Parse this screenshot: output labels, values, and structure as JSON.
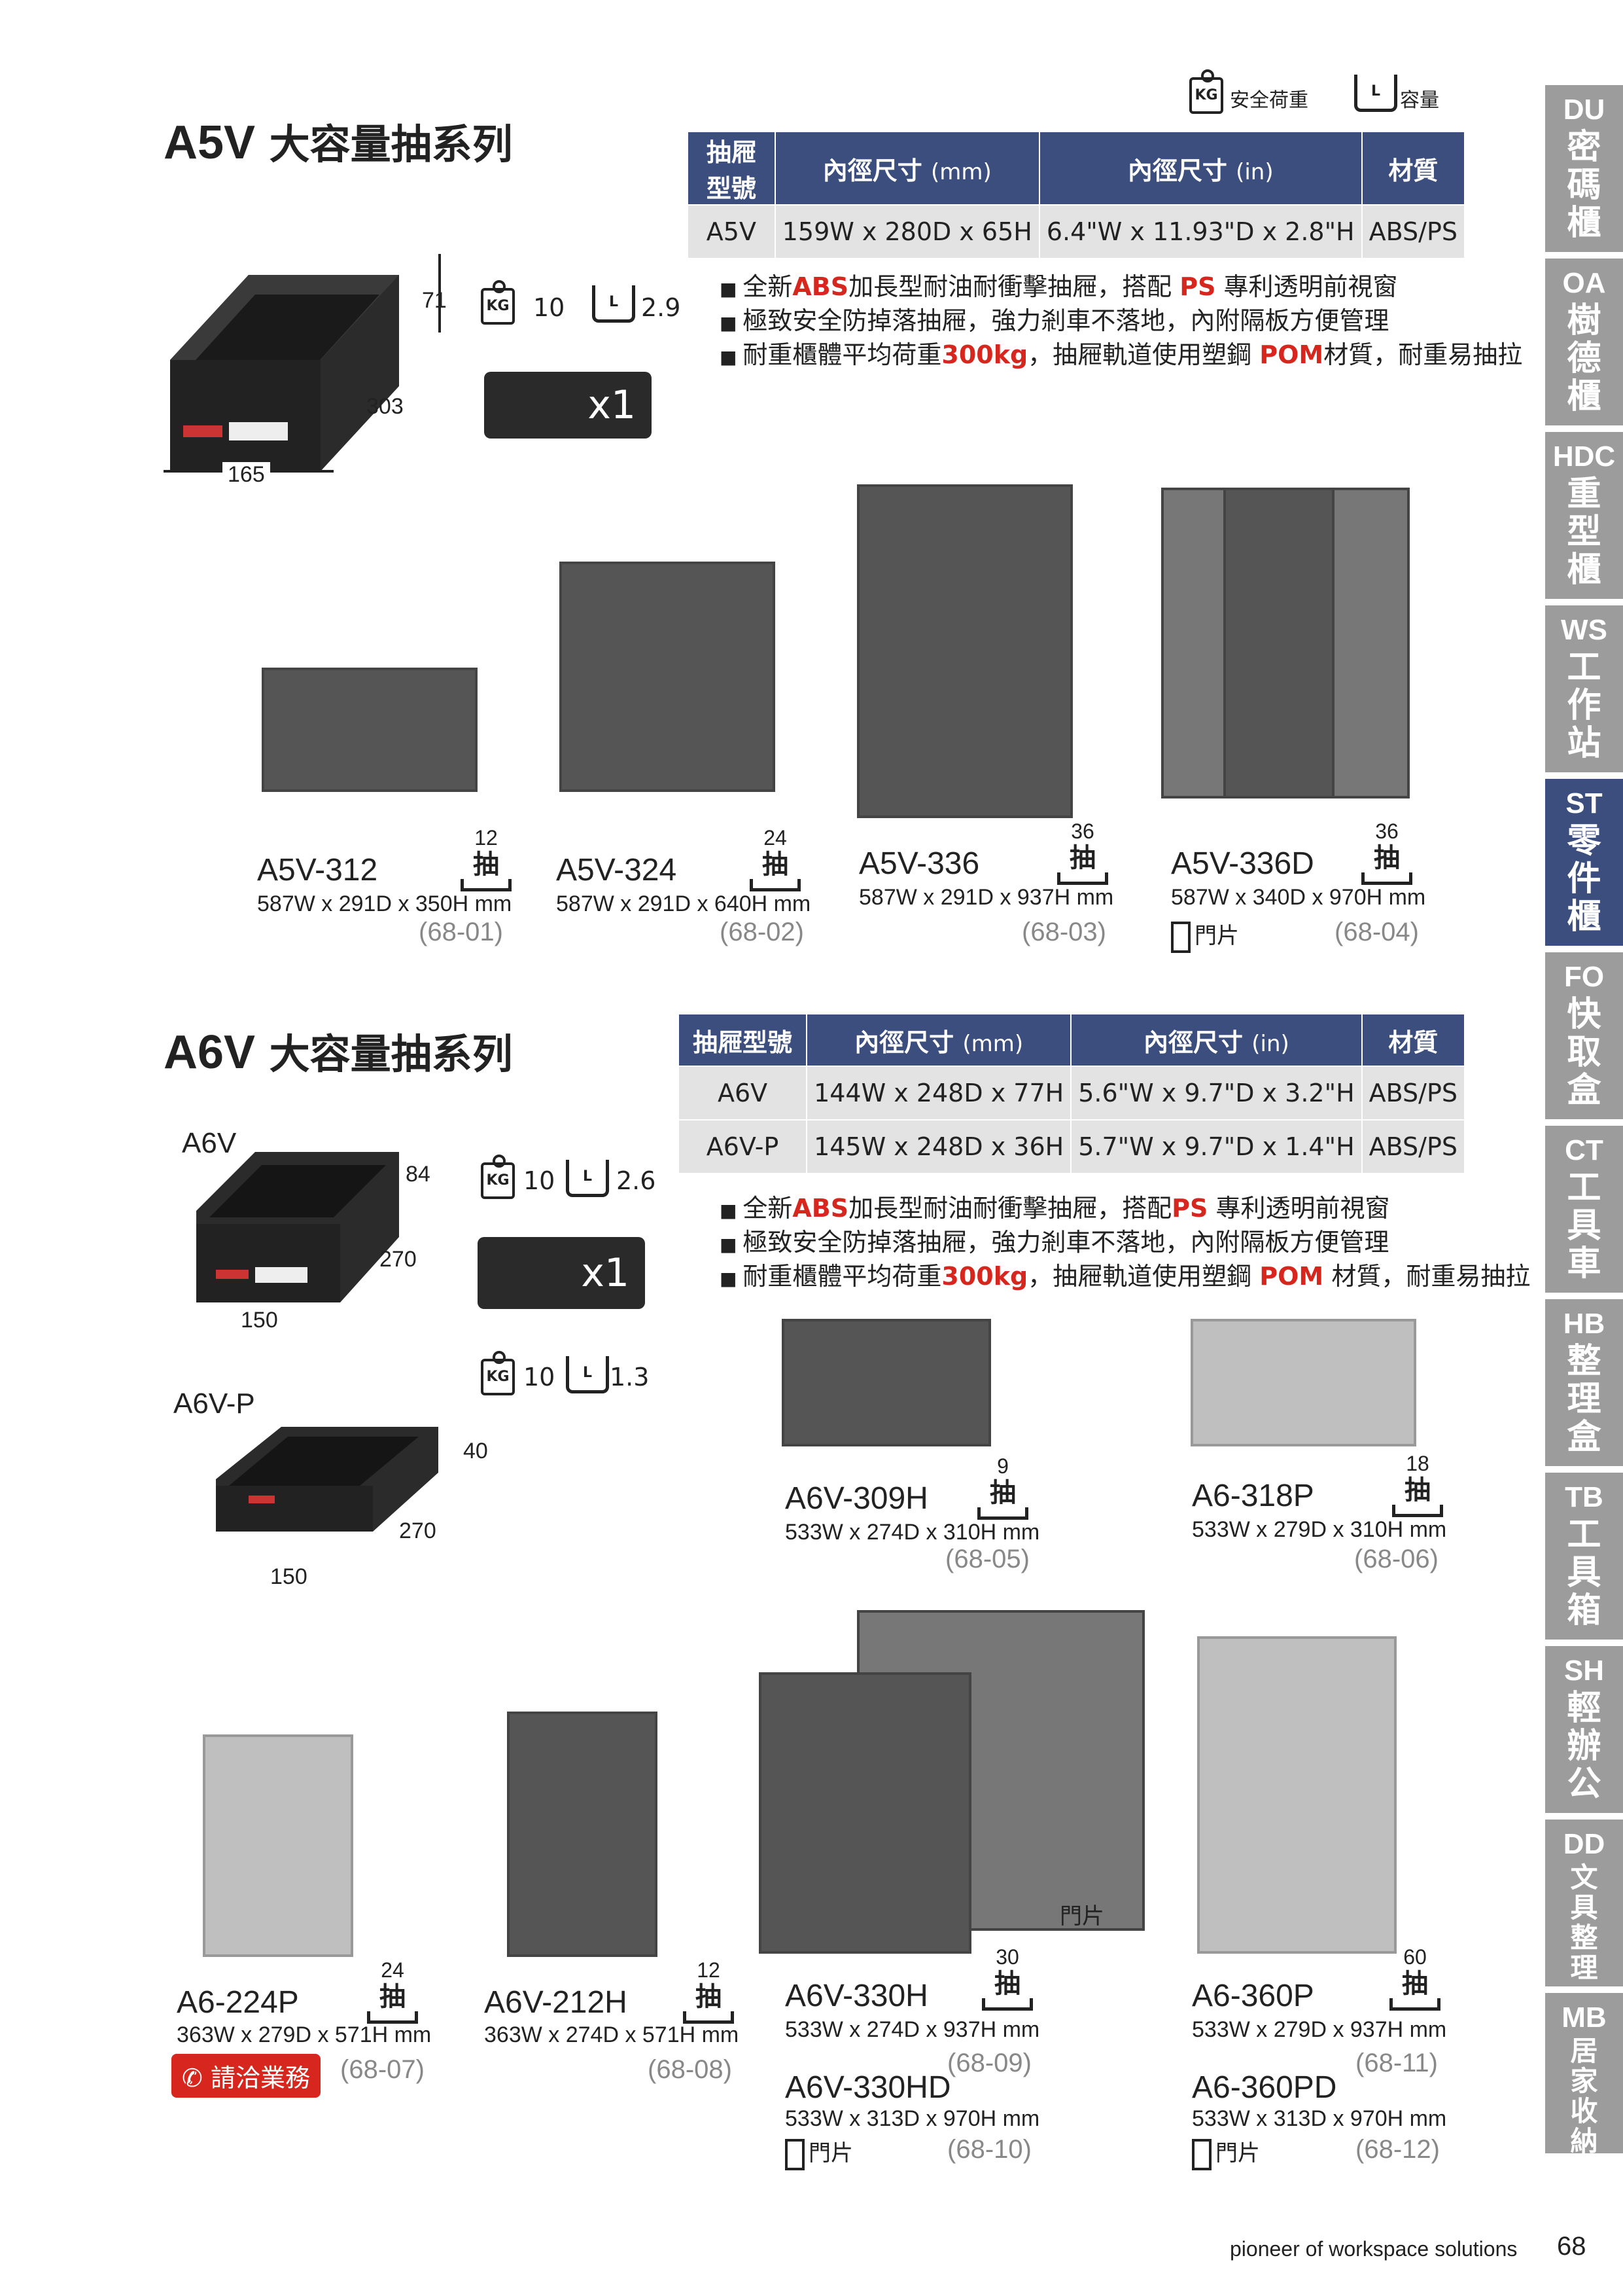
{
  "legend": {
    "load": "安全荷重",
    "volume": "容量"
  },
  "a5v": {
    "title_code": "A5V",
    "title_text": "大容量抽系列",
    "table_headers": [
      "抽屜型號",
      "內徑尺寸",
      "(mm)",
      "內徑尺寸",
      "(in)",
      "材質"
    ],
    "rows": [
      [
        "A5V",
        "159W x 280D x 65H",
        "6.4\"W x 11.93\"D x 2.8\"H",
        "ABS/PS"
      ]
    ],
    "load": "10",
    "volume": "2.9",
    "qty": "x1",
    "dims": {
      "h": "71",
      "d": "303",
      "w": "165"
    },
    "bullets": [
      [
        "全新",
        "ABS",
        "加長型耐油耐衝擊抽屜，搭配 ",
        "PS",
        " 專利透明前視窗"
      ],
      [
        "極致安全防掉落抽屜，強力剎車不落地，內附隔板方便管理"
      ],
      [
        "耐重櫃體平均荷重",
        "300kg",
        "，抽屜軌道使用塑鋼 ",
        "POM",
        "材質，耐重易抽拉"
      ]
    ],
    "products": [
      {
        "model": "A5V-312",
        "dim": "587W x 291D x 350H mm",
        "ref": "(68-01)",
        "count": "12",
        "unit": "抽"
      },
      {
        "model": "A5V-324",
        "dim": "587W x 291D x 640H mm",
        "ref": "(68-02)",
        "count": "24",
        "unit": "抽"
      },
      {
        "model": "A5V-336",
        "dim": "587W x 291D x 937H mm",
        "ref": "(68-03)",
        "count": "36",
        "unit": "抽"
      },
      {
        "model": "A5V-336D",
        "dim": "587W x 340D x 970H mm",
        "ref": "(68-04)",
        "count": "36",
        "unit": "抽",
        "door": "門片"
      }
    ]
  },
  "a6v": {
    "title_code": "A6V",
    "title_text": "大容量抽系列",
    "table_headers": [
      "抽屜型號",
      "內徑尺寸",
      "(mm)",
      "內徑尺寸",
      "(in)",
      "材質"
    ],
    "rows": [
      [
        "A6V",
        "144W x 248D x 77H",
        "5.6\"W x 9.7\"D x 3.2\"H",
        "ABS/PS"
      ],
      [
        "A6V-P",
        "145W x 248D x 36H",
        "5.7\"W x 9.7\"D x 1.4\"H",
        "ABS/PS"
      ]
    ],
    "a6v_label": "A6V",
    "a6vp_label": "A6V-P",
    "a6v_load": "10",
    "a6v_volume": "2.6",
    "qty": "x1",
    "a6vp_load": "10",
    "a6vp_volume": "1.3",
    "a6v_dims": {
      "h": "84",
      "d": "270",
      "w": "150"
    },
    "a6vp_dims": {
      "h": "40",
      "d": "270",
      "w": "150"
    },
    "bullets": [
      [
        "全新",
        "ABS",
        "加長型耐油耐衝擊抽屜，搭配",
        "PS",
        " 專利透明前視窗"
      ],
      [
        "極致安全防掉落抽屜，強力剎車不落地，內附隔板方便管理"
      ],
      [
        "耐重櫃體平均荷重",
        "300kg",
        "，抽屜軌道使用塑鋼 ",
        "POM",
        " 材質，耐重易抽拉"
      ]
    ],
    "products": [
      {
        "model": "A6V-309H",
        "dim": "533W x 274D x 310H mm",
        "ref": "(68-05)",
        "count": "9",
        "unit": "抽"
      },
      {
        "model": "A6-318P",
        "dim": "533W x 279D x 310H mm",
        "ref": "(68-06)",
        "count": "18",
        "unit": "抽"
      },
      {
        "model": "A6-224P",
        "dim": "363W x 279D x 571H mm",
        "ref": "(68-07)",
        "count": "24",
        "unit": "抽",
        "contact": "請洽業務"
      },
      {
        "model": "A6V-212H",
        "dim": "363W x 274D x 571H mm",
        "ref": "(68-08)",
        "count": "12",
        "unit": "抽"
      },
      {
        "model": "A6V-330H",
        "dim": "533W x 274D x 937H mm",
        "ref": "(68-09)",
        "count": "30",
        "unit": "抽"
      },
      {
        "model": "A6V-330HD",
        "dim": "533W x 313D x 970H mm",
        "ref": "(68-10)",
        "door": "門片"
      },
      {
        "model": "A6-360P",
        "dim": "533W x 279D x 937H mm",
        "ref": "(68-11)",
        "count": "60",
        "unit": "抽"
      },
      {
        "model": "A6-360PD",
        "dim": "533W x 313D x 970H mm",
        "ref": "(68-12)",
        "door": "門片"
      }
    ],
    "door_label": "門片"
  },
  "sidebar": [
    {
      "code": "DU",
      "name": "密碼櫃"
    },
    {
      "code": "OA",
      "name": "樹德櫃"
    },
    {
      "code": "HDC",
      "name": "重型櫃"
    },
    {
      "code": "WS",
      "name": "工作站"
    },
    {
      "code": "ST",
      "name": "零件櫃",
      "active": true
    },
    {
      "code": "FO",
      "name": "快取盒"
    },
    {
      "code": "CT",
      "name": "工具車"
    },
    {
      "code": "HB",
      "name": "整理盒"
    },
    {
      "code": "TB",
      "name": "工具箱"
    },
    {
      "code": "SH",
      "name": "輕辦公"
    },
    {
      "code": "DD",
      "name": "文具整理"
    },
    {
      "code": "MB",
      "name": "居家收納"
    }
  ],
  "footer": {
    "tagline": "pioneer of workspace solutions",
    "page": "68"
  },
  "colors": {
    "navy": "#3b4e7e",
    "red": "#d7261d",
    "tab_grey": "#9c9c9c"
  }
}
